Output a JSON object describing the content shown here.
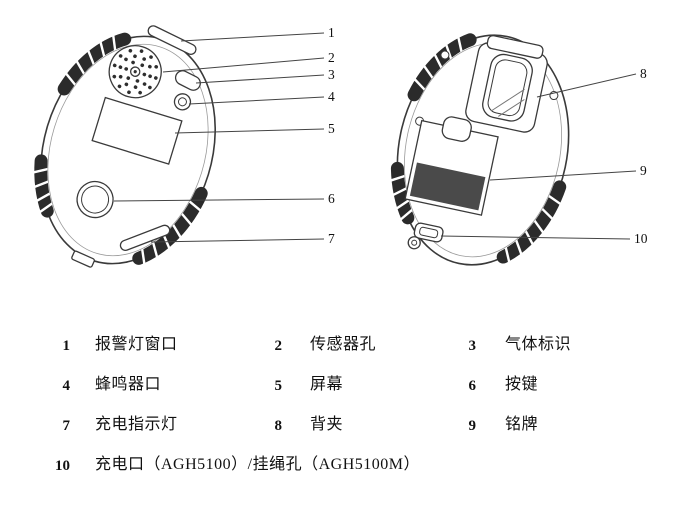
{
  "legend": {
    "items": [
      {
        "num": "1",
        "label": "报警灯窗口"
      },
      {
        "num": "2",
        "label": "传感器孔"
      },
      {
        "num": "3",
        "label": "气体标识"
      },
      {
        "num": "4",
        "label": "蜂鸣器口"
      },
      {
        "num": "5",
        "label": "屏幕"
      },
      {
        "num": "6",
        "label": "按键"
      },
      {
        "num": "7",
        "label": "充电指示灯"
      },
      {
        "num": "8",
        "label": "背夹"
      },
      {
        "num": "9",
        "label": "铭牌"
      },
      {
        "num": "10",
        "label": "充电口（AGH5100）/挂绳孔（AGH5100M）"
      }
    ]
  }
}
